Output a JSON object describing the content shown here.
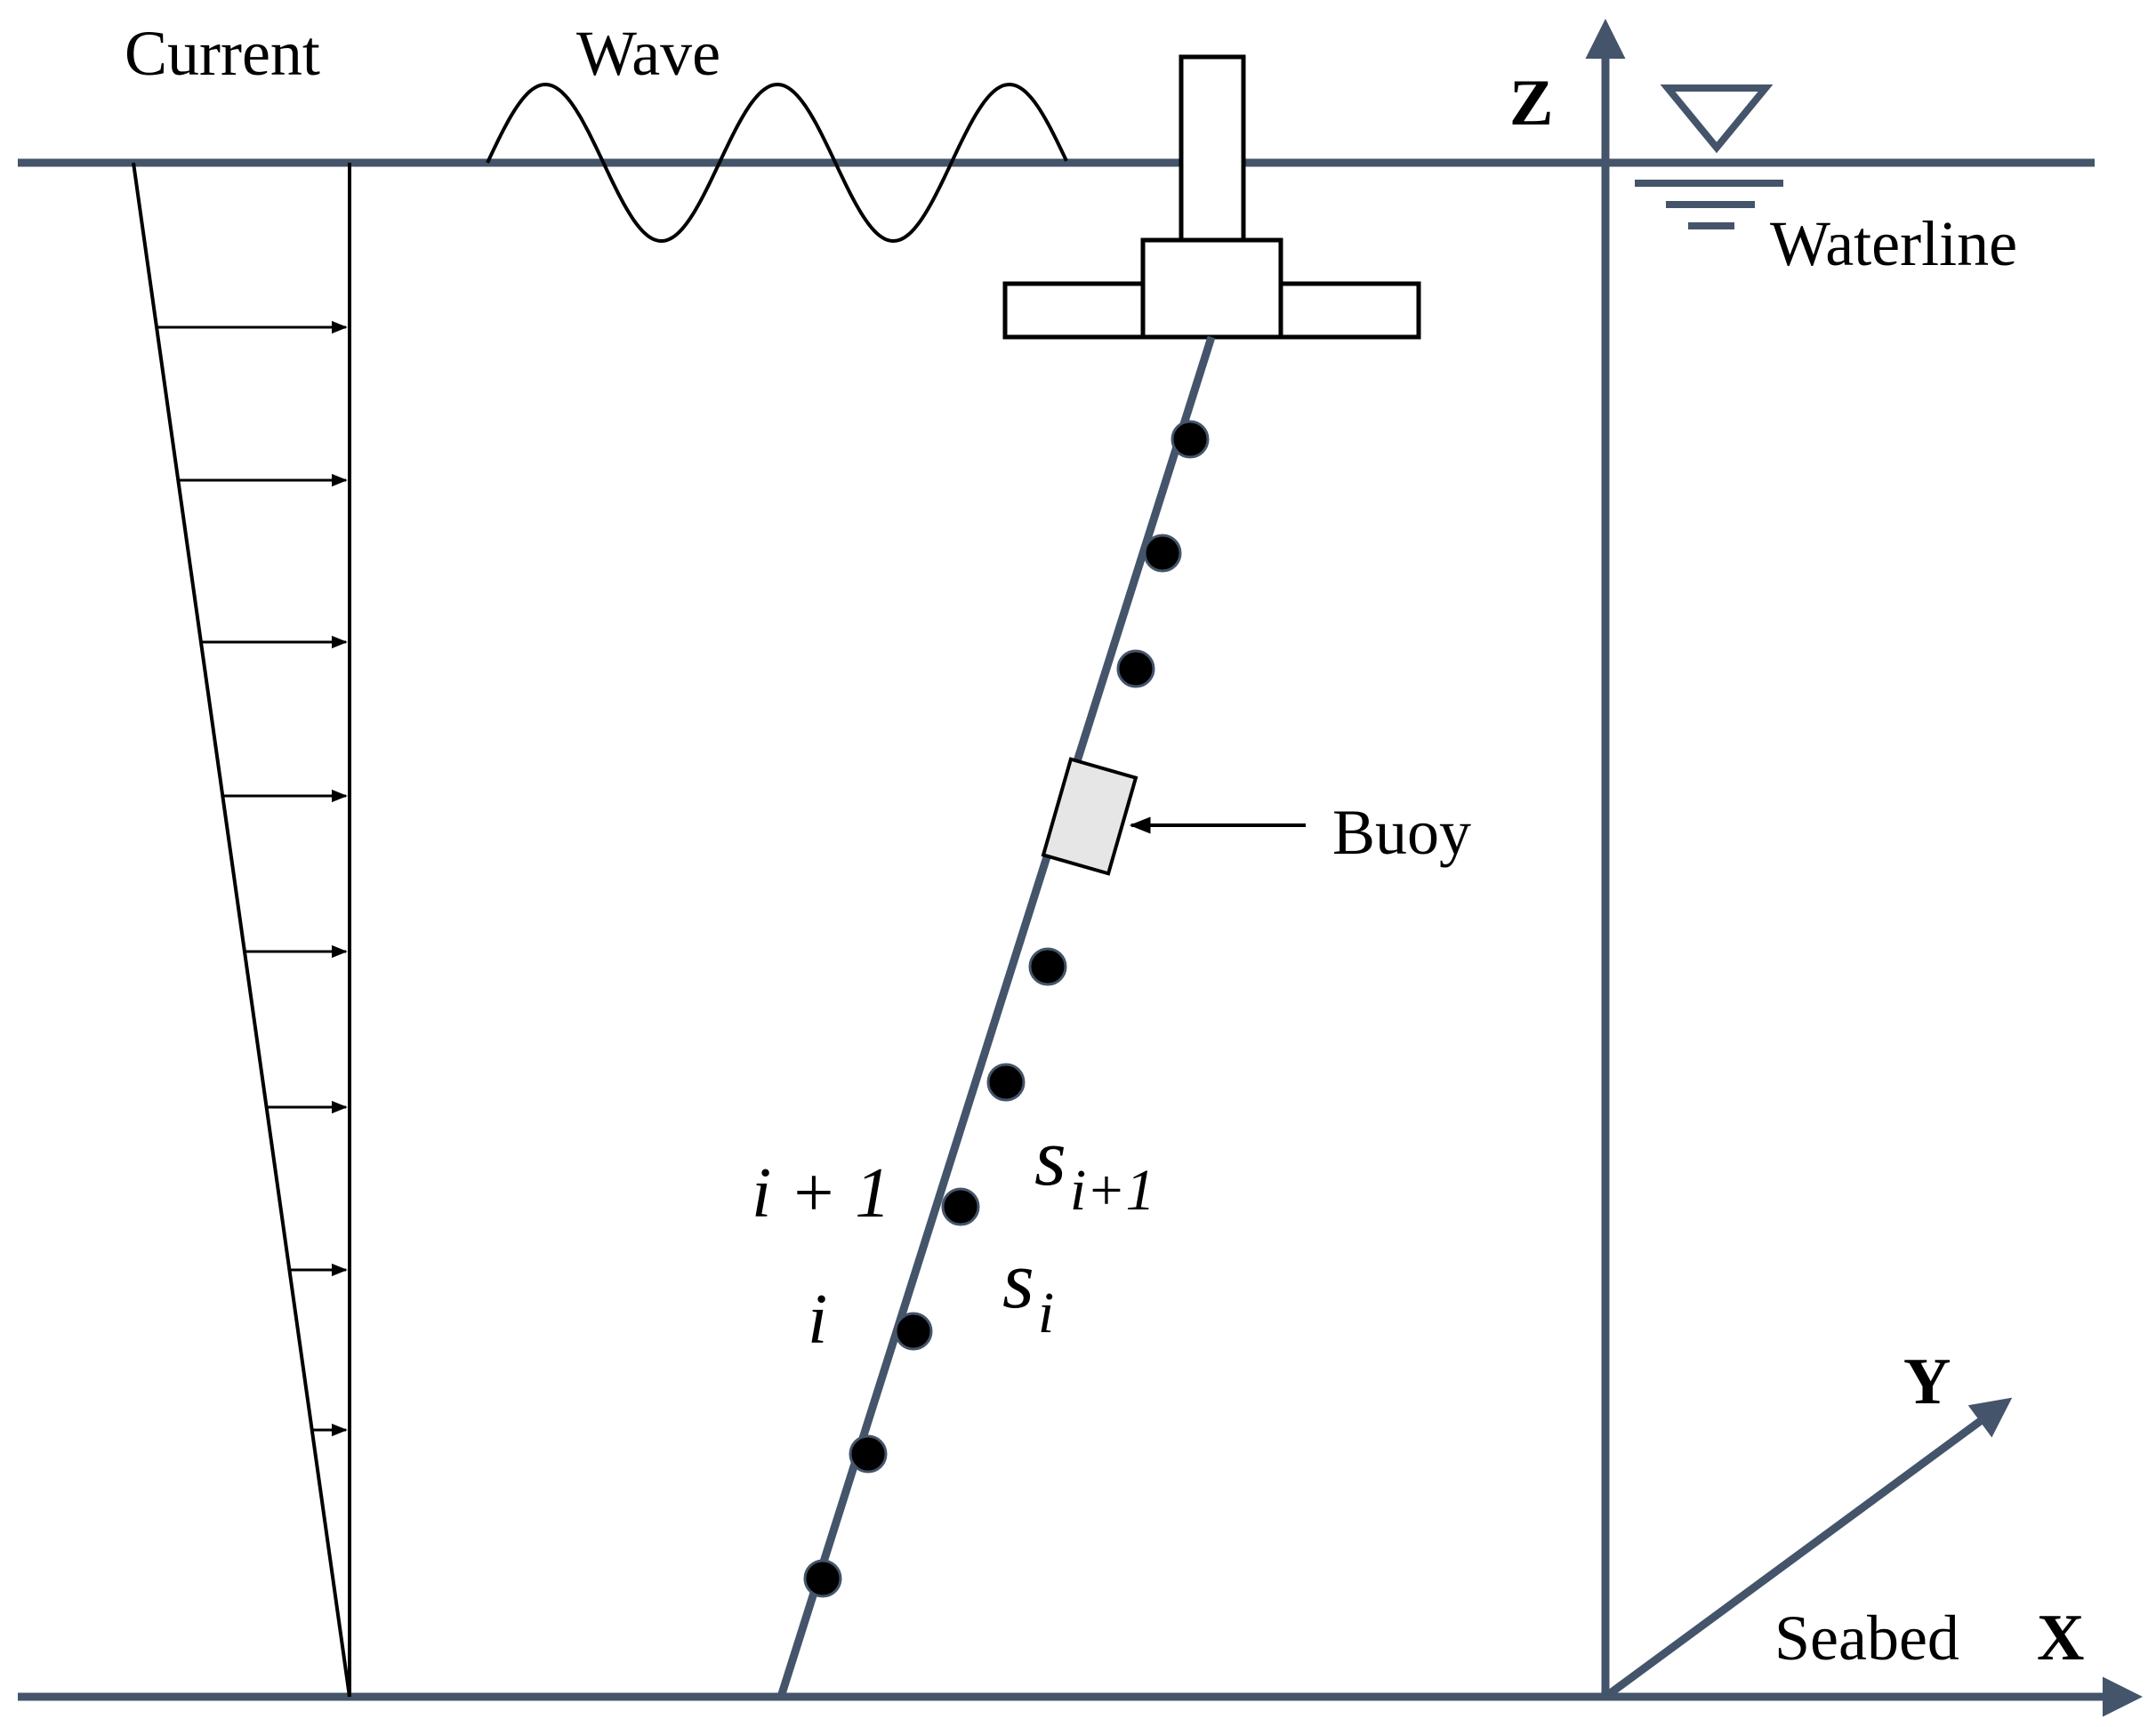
{
  "labels": {
    "current": "Current",
    "wave": "Wave",
    "z_axis": "Z",
    "waterline": "Waterline",
    "buoy": "Buoy",
    "node_next": "i + 1",
    "node_i": "i",
    "seg_next_base": "s",
    "seg_next_sub": "i+1",
    "seg_i_base": "s",
    "seg_i_sub": "i",
    "y_axis": "Y",
    "seabed": "Seabed",
    "x_axis": "X"
  },
  "colors": {
    "axis": "#44546A",
    "line": "#000000",
    "buoy_fill": "#E6E6E6",
    "node_fill": "#000000"
  }
}
